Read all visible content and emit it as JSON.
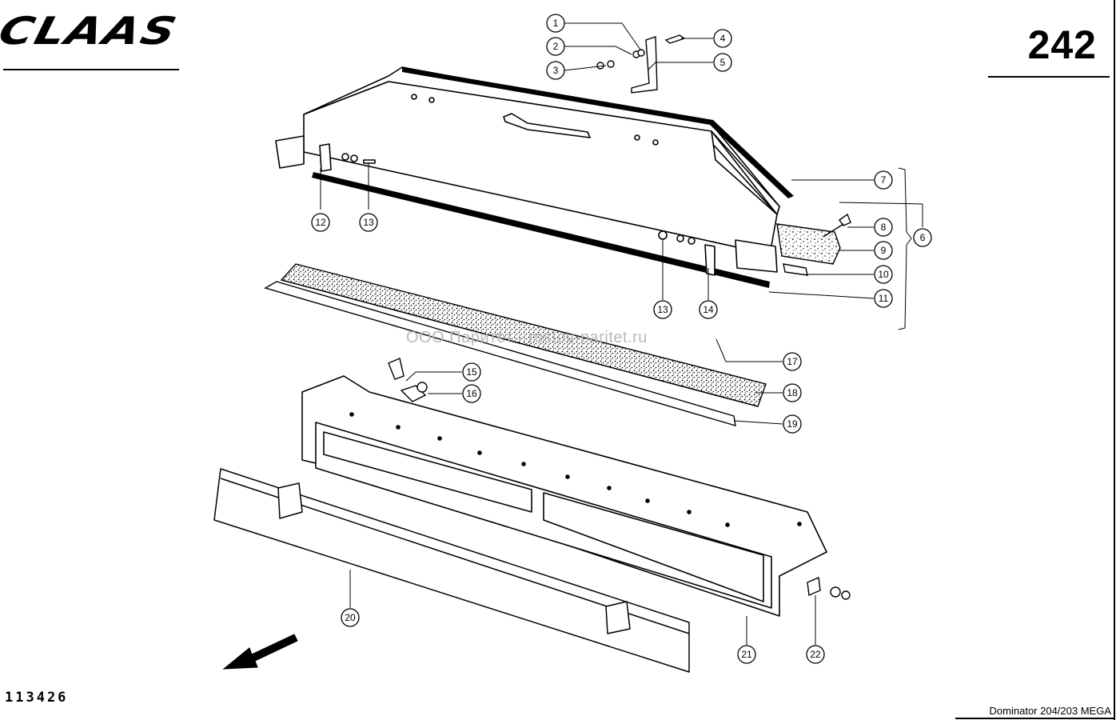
{
  "header": {
    "brand": "CLAAS",
    "page_number": "242"
  },
  "footer": {
    "drawing_number": "113426",
    "model": "Dominator 204/203 MEGA"
  },
  "watermark": "ООО Паритет - rostov-paritet.ru",
  "callouts": [
    {
      "id": "c1",
      "label": "1"
    },
    {
      "id": "c2",
      "label": "2"
    },
    {
      "id": "c3",
      "label": "3"
    },
    {
      "id": "c4",
      "label": "4"
    },
    {
      "id": "c5",
      "label": "5"
    },
    {
      "id": "c6",
      "label": "6"
    },
    {
      "id": "c7",
      "label": "7"
    },
    {
      "id": "c8",
      "label": "8"
    },
    {
      "id": "c9",
      "label": "9"
    },
    {
      "id": "c10",
      "label": "10"
    },
    {
      "id": "c11",
      "label": "11"
    },
    {
      "id": "c12",
      "label": "12"
    },
    {
      "id": "c13a",
      "label": "13"
    },
    {
      "id": "c13b",
      "label": "13"
    },
    {
      "id": "c14",
      "label": "14"
    },
    {
      "id": "c15",
      "label": "15"
    },
    {
      "id": "c16",
      "label": "16"
    },
    {
      "id": "c17",
      "label": "17"
    },
    {
      "id": "c18",
      "label": "18"
    },
    {
      "id": "c19",
      "label": "19"
    },
    {
      "id": "c20",
      "label": "20"
    },
    {
      "id": "c21",
      "label": "21"
    },
    {
      "id": "c22",
      "label": "22"
    }
  ]
}
